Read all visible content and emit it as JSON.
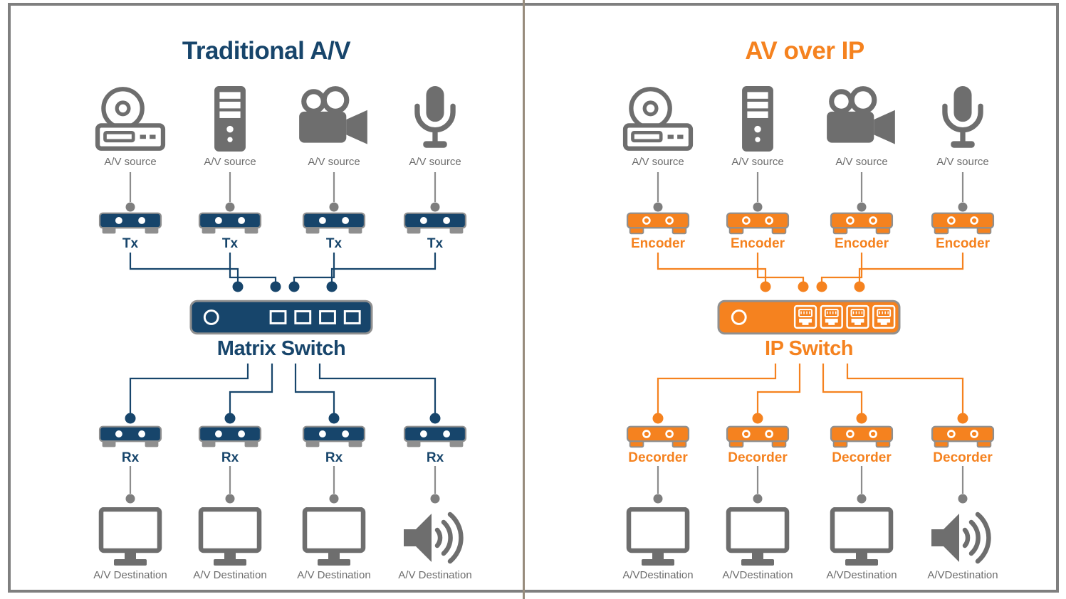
{
  "colors": {
    "navy": "#17456B",
    "orange": "#F5821F",
    "icon_gray": "#6E6E6E",
    "label_gray": "#6D6D6D",
    "wire_gray": "#8C8C8C",
    "dot_gray": "#7E7E7E",
    "device_border_gray": "#8F8F8F",
    "frame_border_gray": "#7F7F7F",
    "divider_tan": "#978C7D",
    "background": "#FFFFFF"
  },
  "left_panel": {
    "title": "Traditional A/V",
    "sources": [
      {
        "icon": "disc-player-icon",
        "label": "A/V source"
      },
      {
        "icon": "computer-tower-icon",
        "label": "A/V source"
      },
      {
        "icon": "video-camera-icon",
        "label": "A/V source"
      },
      {
        "icon": "microphone-icon",
        "label": "A/V source"
      }
    ],
    "transmitters": [
      {
        "label": "Tx"
      },
      {
        "label": "Tx"
      },
      {
        "label": "Tx"
      },
      {
        "label": "Tx"
      }
    ],
    "switch": {
      "label": "Matrix Switch"
    },
    "receivers": [
      {
        "label": "Rx"
      },
      {
        "label": "Rx"
      },
      {
        "label": "Rx"
      },
      {
        "label": "Rx"
      }
    ],
    "destinations": [
      {
        "icon": "monitor-icon",
        "label": "A/V Destination"
      },
      {
        "icon": "monitor-icon",
        "label": "A/V Destination"
      },
      {
        "icon": "monitor-icon",
        "label": "A/V Destination"
      },
      {
        "icon": "speaker-icon",
        "label": "A/V Destination"
      }
    ]
  },
  "right_panel": {
    "title": "AV over IP",
    "sources": [
      {
        "icon": "disc-player-icon",
        "label": "A/V source"
      },
      {
        "icon": "computer-tower-icon",
        "label": "A/V source"
      },
      {
        "icon": "video-camera-icon",
        "label": "A/V source"
      },
      {
        "icon": "microphone-icon",
        "label": "A/V source"
      }
    ],
    "transmitters": [
      {
        "label": "Encoder"
      },
      {
        "label": "Encoder"
      },
      {
        "label": "Encoder"
      },
      {
        "label": "Encoder"
      }
    ],
    "switch": {
      "label": "IP Switch"
    },
    "receivers": [
      {
        "label": "Decorder"
      },
      {
        "label": "Decorder"
      },
      {
        "label": "Decorder"
      },
      {
        "label": "Decorder"
      }
    ],
    "destinations": [
      {
        "icon": "monitor-icon",
        "label": "A/VDestination"
      },
      {
        "icon": "monitor-icon",
        "label": "A/VDestination"
      },
      {
        "icon": "monitor-icon",
        "label": "A/VDestination"
      },
      {
        "icon": "speaker-icon",
        "label": "A/VDestination"
      }
    ]
  }
}
